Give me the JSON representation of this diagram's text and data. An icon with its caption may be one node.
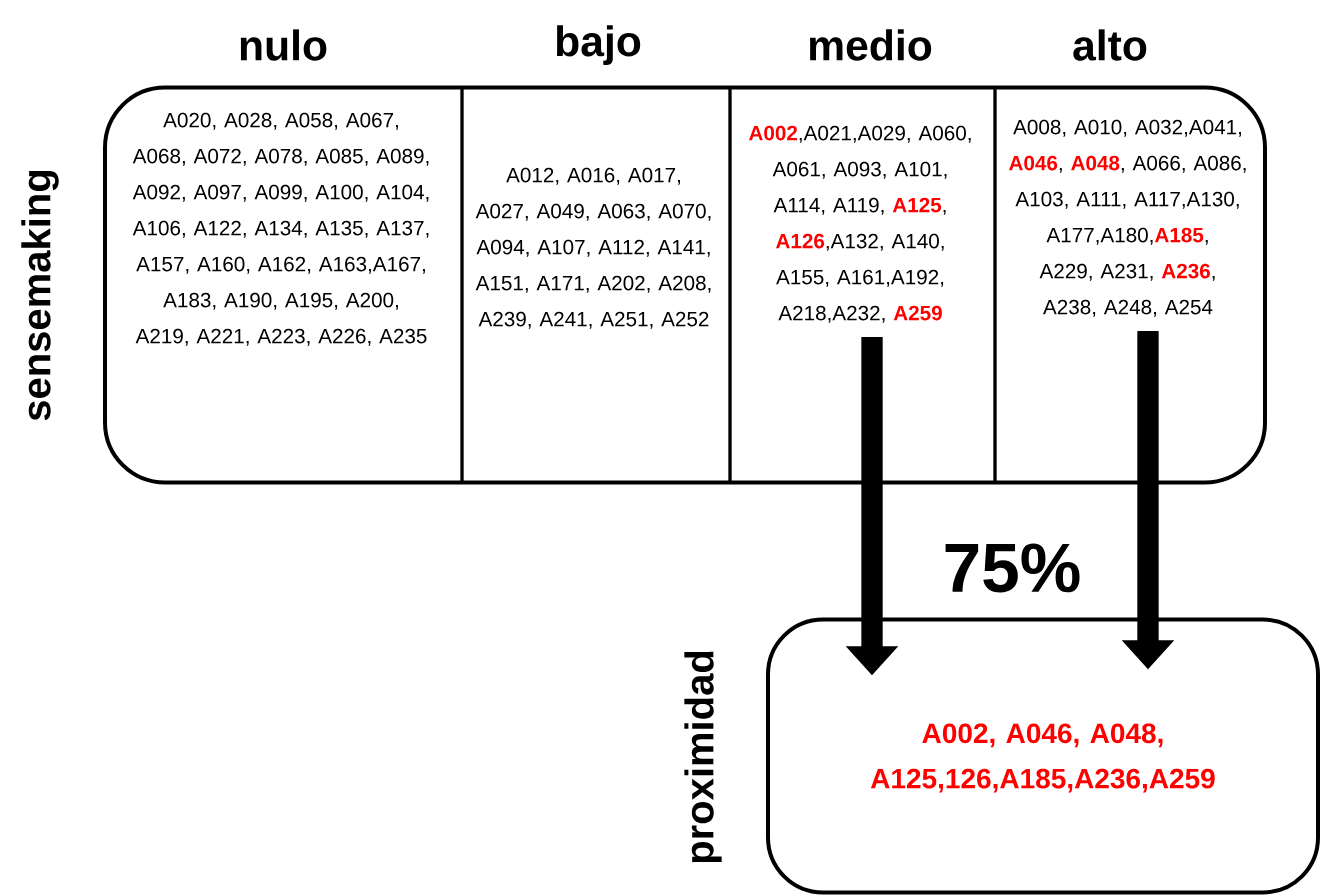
{
  "diagram": {
    "nodes": [
      {
        "text": [
          "sensemaking"
        ]
      },
      {
        "text": [
          "nulo",
          "A020, A028, A058, A067, A068, A072, A078, A085, A089, A092, A097, A099, A100, A104, A106, A122, A134, A135, A137, A157, A160, A162, A163,A167, A183, A190, A195, A200, A219, A221, A223, A226, A235"
        ],
        "in": 0
      },
      {
        "text": [
          "bajo",
          "A012, A016, A017, A027, A049, A063, A070, A094, A107, A112, A141, A151, A171, A202, A208, A239, A241, A251, A252"
        ],
        "in": 0
      },
      {
        "text": [
          "medio",
          "**A002**,A021,A029, A060, A061, A093, A101, A114, A119, **A125**, **A126**,A132, A140, A155, A161,A192, A218,A232, **A259**"
        ],
        "in": 0
      },
      {
        "text": [
          "alto",
          "A008, A010, A032,A041, **A046**, **A048**, A066, A086, A103, A111, A117,A130, A177,A180,**A185**, A229, A231, **A236**, A238, A248, A254"
        ],
        "in": 0
      },
      {
        "text": [
          "proximidad",
          "A002, A046, A048, A125,126,A185,A236,A259"
        ]
      }
    ],
    "edges": [
      {
        "from": 3,
        "to": 5,
        "arrow": "to"
      },
      {
        "from": 4,
        "to": 5,
        "arrow": "to"
      }
    ],
    "labels": [
      "75%"
    ]
  }
}
